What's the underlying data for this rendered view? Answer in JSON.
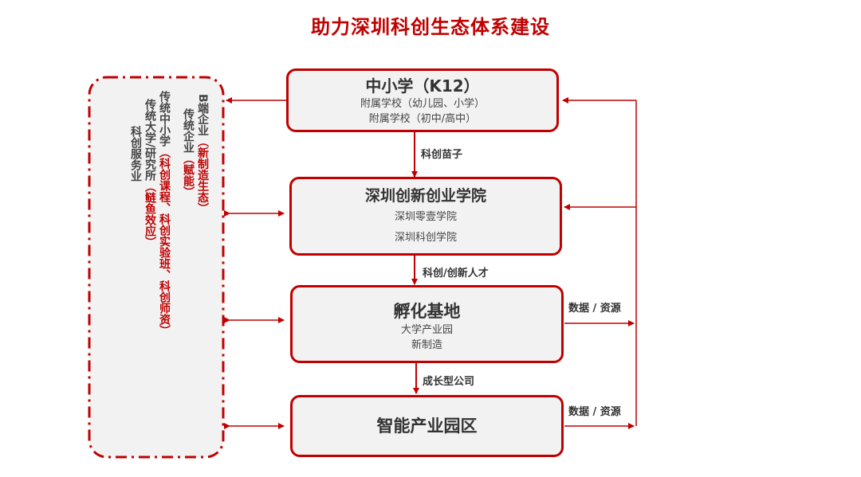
{
  "title": "助力深圳科创生态体系建设",
  "colors": {
    "accent": "#c00000",
    "box_fill": "#f2f2f2",
    "text": "#444444"
  },
  "boxes": {
    "k12": {
      "title": "中小学（K12）",
      "lines": [
        "附属学校（幼儿园、小学）",
        "附属学校（初中/高中）"
      ]
    },
    "academy": {
      "title": "深圳创新创业学院",
      "lines": [
        "深圳零壹学院",
        "深圳科创学院"
      ]
    },
    "incubator": {
      "title": "孵化基地",
      "lines": [
        "大学产业园",
        "新制造"
      ]
    },
    "park": {
      "title": "智能产业园区"
    }
  },
  "arrow_labels": {
    "k12_to_academy": "科创苗子",
    "academy_to_incubator": "科创/创新人才",
    "incubator_to_park": "成长型公司",
    "incubator_feedback": "数据 / 资源",
    "park_feedback": "数据 / 资源"
  },
  "side_panel": {
    "columns": [
      {
        "parts": [
          {
            "text": "B端企业",
            "red": false
          },
          {
            "text": "（新制造生态）",
            "red": true
          }
        ]
      },
      {
        "parts": [
          {
            "text": "传统企业",
            "red": false
          },
          {
            "text": "（赋能）",
            "red": true
          }
        ]
      },
      {
        "parts": [
          {
            "text": "传统中小学",
            "red": false
          },
          {
            "text": "（科创课程、科创实验班、科创师资）",
            "red": true
          }
        ]
      },
      {
        "parts": [
          {
            "text": "传统大学/研究所",
            "red": false
          },
          {
            "text": "（鲢鱼效应）",
            "red": true
          }
        ]
      },
      {
        "parts": [
          {
            "text": "科创服务业",
            "red": false
          }
        ]
      }
    ]
  }
}
